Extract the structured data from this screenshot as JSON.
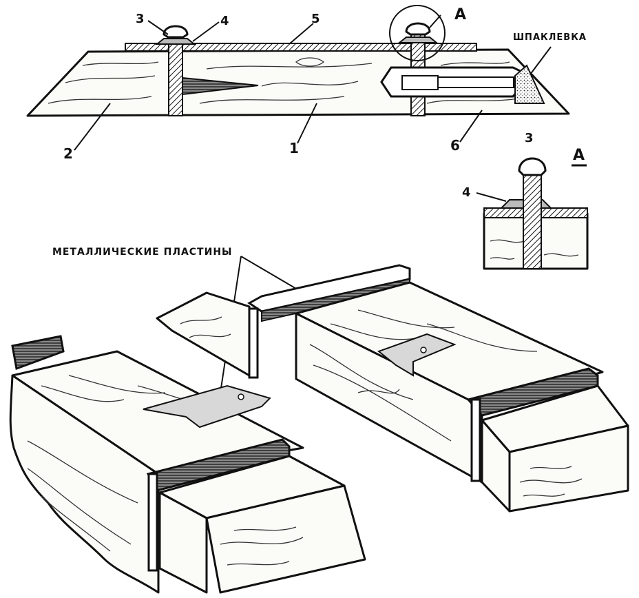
{
  "figure": {
    "labels": {
      "part_1": "1",
      "part_2": "2",
      "part_3": "3",
      "part_4": "4",
      "part_5": "5",
      "part_6": "6",
      "detail_marker": "A",
      "detail_title": "A",
      "detail_part_3": "3",
      "detail_part_4": "4"
    },
    "captions": {
      "putty": "ШПАКЛЕВКА",
      "metal_plates": "МЕТАЛЛИЧЕСКИЕ ПЛАСТИНЫ"
    }
  }
}
